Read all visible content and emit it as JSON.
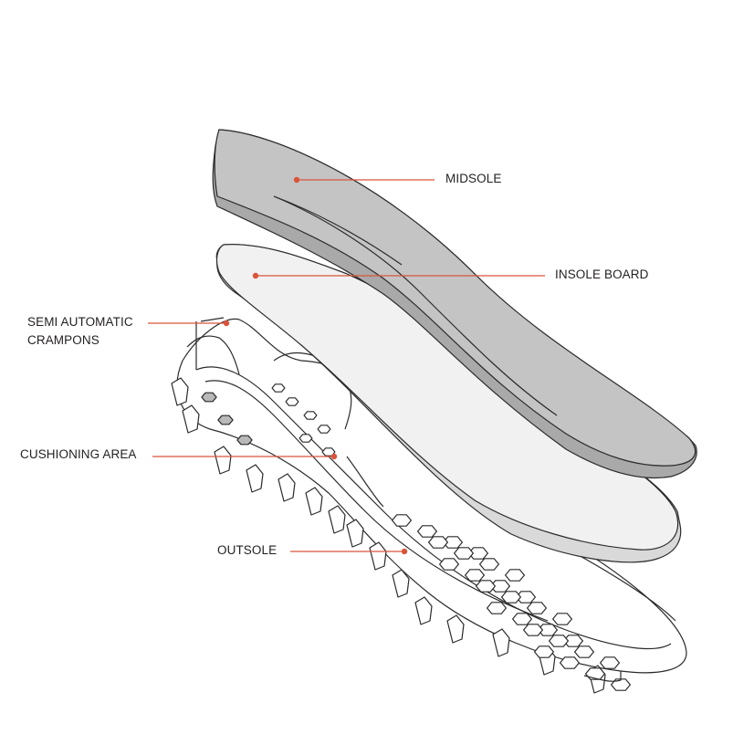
{
  "labels": {
    "midsole": "MIDSOLE",
    "insole_board": "INSOLE BOARD",
    "crampons_line1": "SEMI AUTOMATIC",
    "crampons_line2": "CRAMPONS",
    "cushioning_area": "CUSHIONING AREA",
    "outsole": "OUTSOLE"
  },
  "colors": {
    "leader": "#d9553a",
    "midsole_fill": "#c4c4c4",
    "insole_fill": "#f1f1f1",
    "outline": "#2b2b2b"
  }
}
